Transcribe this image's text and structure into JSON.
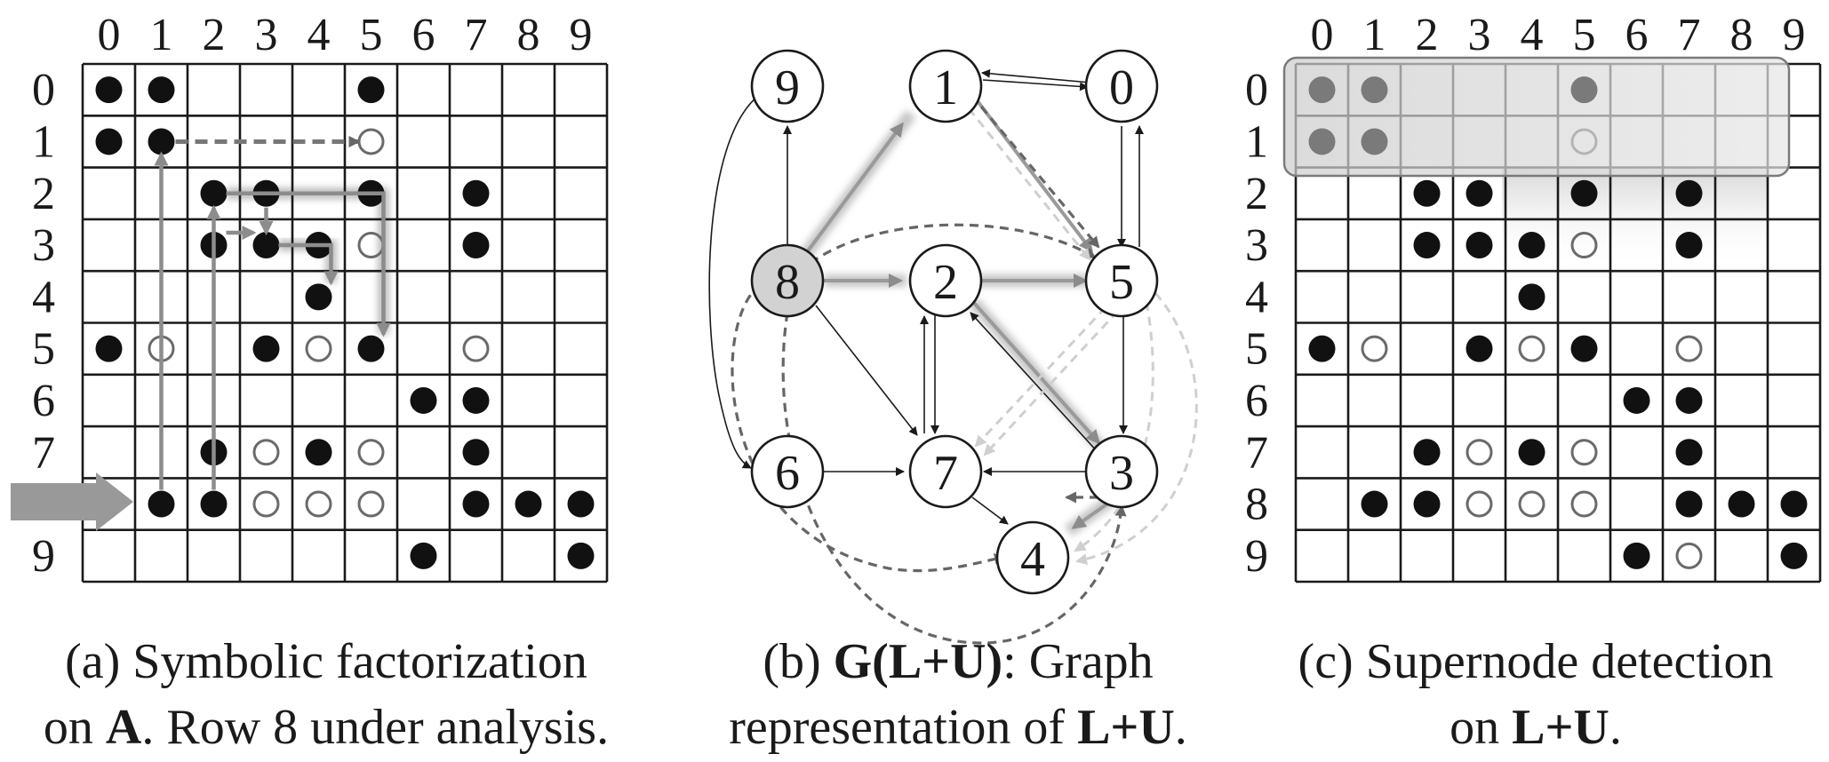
{
  "panels": {
    "a": {
      "col_labels": [
        "0",
        "1",
        "2",
        "3",
        "4",
        "5",
        "6",
        "7",
        "8",
        "9"
      ],
      "row_labels": [
        "0",
        "1",
        "2",
        "3",
        "4",
        "5",
        "6",
        "7",
        "8",
        "9"
      ],
      "row_under_analysis": "8"
    },
    "c": {
      "col_labels": [
        "0",
        "1",
        "2",
        "3",
        "4",
        "5",
        "6",
        "7",
        "8",
        "9"
      ],
      "row_labels": [
        "0",
        "1",
        "2",
        "3",
        "4",
        "5",
        "6",
        "7",
        "8",
        "9"
      ]
    }
  },
  "matrix_a": {
    "filled": [
      [
        0,
        0
      ],
      [
        0,
        1
      ],
      [
        0,
        5
      ],
      [
        1,
        0
      ],
      [
        1,
        1
      ],
      [
        2,
        2
      ],
      [
        2,
        3
      ],
      [
        2,
        5
      ],
      [
        2,
        7
      ],
      [
        3,
        2
      ],
      [
        3,
        3
      ],
      [
        3,
        4
      ],
      [
        3,
        7
      ],
      [
        4,
        4
      ],
      [
        5,
        0
      ],
      [
        5,
        3
      ],
      [
        5,
        5
      ],
      [
        6,
        6
      ],
      [
        6,
        7
      ],
      [
        7,
        2
      ],
      [
        7,
        4
      ],
      [
        7,
        7
      ],
      [
        8,
        1
      ],
      [
        8,
        2
      ],
      [
        8,
        7
      ],
      [
        8,
        8
      ],
      [
        8,
        9
      ],
      [
        9,
        6
      ],
      [
        9,
        9
      ]
    ],
    "fillin": [
      [
        1,
        5
      ],
      [
        3,
        5
      ],
      [
        5,
        1
      ],
      [
        5,
        4
      ],
      [
        5,
        7
      ],
      [
        7,
        3
      ],
      [
        7,
        5
      ],
      [
        8,
        3
      ],
      [
        8,
        4
      ],
      [
        8,
        5
      ]
    ]
  },
  "matrix_c": {
    "filled": [
      [
        0,
        0
      ],
      [
        0,
        1
      ],
      [
        0,
        5
      ],
      [
        1,
        0
      ],
      [
        1,
        1
      ],
      [
        2,
        2
      ],
      [
        2,
        3
      ],
      [
        2,
        5
      ],
      [
        2,
        7
      ],
      [
        3,
        2
      ],
      [
        3,
        3
      ],
      [
        3,
        4
      ],
      [
        3,
        7
      ],
      [
        4,
        4
      ],
      [
        5,
        0
      ],
      [
        5,
        3
      ],
      [
        5,
        5
      ],
      [
        6,
        6
      ],
      [
        6,
        7
      ],
      [
        7,
        2
      ],
      [
        7,
        4
      ],
      [
        7,
        7
      ],
      [
        8,
        1
      ],
      [
        8,
        2
      ],
      [
        8,
        7
      ],
      [
        8,
        8
      ],
      [
        8,
        9
      ],
      [
        9,
        6
      ],
      [
        9,
        9
      ]
    ],
    "fillin": [
      [
        1,
        5
      ],
      [
        3,
        5
      ],
      [
        5,
        1
      ],
      [
        5,
        4
      ],
      [
        5,
        7
      ],
      [
        7,
        3
      ],
      [
        7,
        5
      ],
      [
        8,
        3
      ],
      [
        8,
        4
      ],
      [
        8,
        5
      ],
      [
        9,
        7
      ]
    ],
    "supernode_rows": [
      0,
      1
    ]
  },
  "graph": {
    "nodes": [
      {
        "id": "9",
        "label": "9"
      },
      {
        "id": "1",
        "label": "1"
      },
      {
        "id": "0",
        "label": "0"
      },
      {
        "id": "8",
        "label": "8",
        "highlight": true
      },
      {
        "id": "2",
        "label": "2"
      },
      {
        "id": "5",
        "label": "5"
      },
      {
        "id": "6",
        "label": "6"
      },
      {
        "id": "7",
        "label": "7"
      },
      {
        "id": "3",
        "label": "3"
      },
      {
        "id": "4",
        "label": "4"
      }
    ]
  },
  "captions": {
    "a": {
      "line1": "(a) Symbolic factorization",
      "line2_pre": "on ",
      "line2_bold": "A",
      "line2_post": ". Row 8 under analysis."
    },
    "b": {
      "line1_pre": "(b) ",
      "line1_bold": "G(L+U)",
      "line1_post": ": Graph",
      "line2_pre": "representation of ",
      "line2_bold": "L+U",
      "line2_post": "."
    },
    "c": {
      "line1": "(c) Supernode detection",
      "line2_pre": "on ",
      "line2_bold": "L+U",
      "line2_post": "."
    }
  },
  "colors": {
    "ink": "#1a1a1a",
    "fillin_stroke": "#6a6a6a",
    "path_gray": "#8c8c8c",
    "dash_dark": "#666666",
    "dash_light": "#cfcfcf",
    "node_highlight": "#d2d2d2",
    "supernode_fill": "#dcdcdc"
  }
}
